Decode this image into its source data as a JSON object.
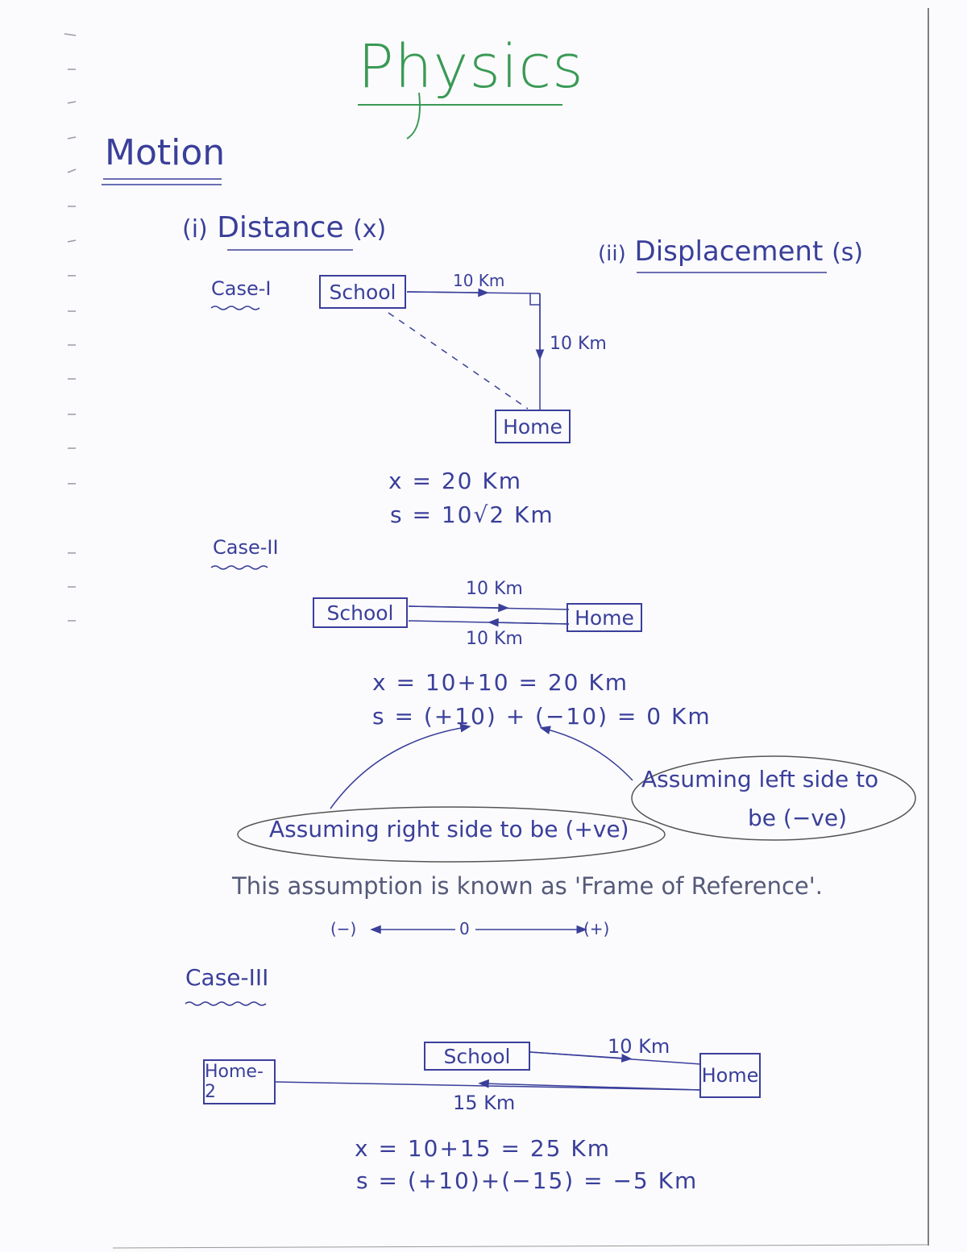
{
  "page": {
    "title": "Physics",
    "heading": "Motion",
    "subheadings": {
      "distance": {
        "numeral": "(i)",
        "label": "Distance",
        "symbol": "(x)"
      },
      "displacement": {
        "numeral": "(ii)",
        "label": "Displacement",
        "symbol": "(s)"
      }
    }
  },
  "case1": {
    "label": "Case-I",
    "boxes": {
      "start": "School",
      "end": "Home"
    },
    "edges": {
      "horizontal": "10 Km",
      "vertical": "10 Km"
    },
    "equations": {
      "distance": "x = 20 Km",
      "displacement": "s = 10√2 Km"
    }
  },
  "case2": {
    "label": "Case-II",
    "boxes": {
      "start": "School",
      "end": "Home"
    },
    "edges": {
      "forward": "10 Km",
      "back": "10 Km"
    },
    "equations": {
      "distance": "x = 10+10 = 20 Km",
      "displacement": "s = (+10) + (−10) = 0 Km"
    },
    "notes": {
      "right": "Assuming right side to be (+ve)",
      "left_line1": "Assuming left side to",
      "left_line2": "be (−ve)"
    },
    "frame_text": "This assumption is known as 'Frame of Reference'.",
    "axis": {
      "negative": "(−)",
      "zero": "0",
      "positive": "(+)"
    }
  },
  "case3": {
    "label": "Case-III",
    "boxes": {
      "start": "School",
      "end": "Home",
      "final": "Home-2"
    },
    "edges": {
      "forward": "10 Km",
      "back": "15 Km"
    },
    "equations": {
      "distance": "x = 10+15 = 25 Km",
      "displacement": "s = (+10)+(−15) = −5 Km"
    }
  },
  "colors": {
    "ink": "#3a3f9a",
    "title": "#3a9a55",
    "paper": "#fbfbfd"
  }
}
